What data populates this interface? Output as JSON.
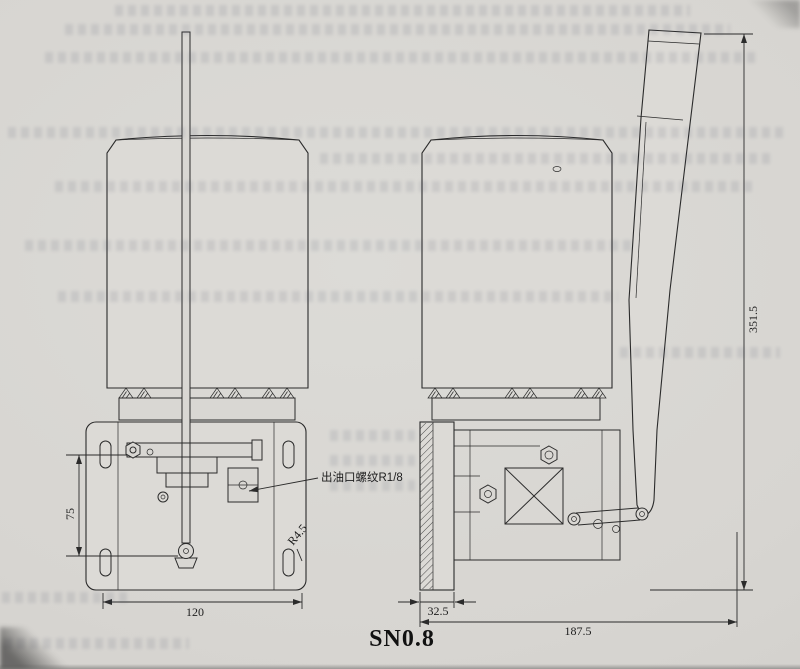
{
  "title_block": {
    "model": "SN0.8"
  },
  "front_view": {
    "outlet_label": "出油口螺纹R1/8",
    "dims": {
      "pivot_height": "75",
      "base_width": "120",
      "corner_radius": "R4.5"
    }
  },
  "side_view": {
    "dims": {
      "plate_offset": "32.5",
      "overall_depth": "187.5",
      "overall_height": "351.5"
    }
  },
  "colors": {
    "paper": "#d8d6d2",
    "ink": "#2b2b2b"
  }
}
